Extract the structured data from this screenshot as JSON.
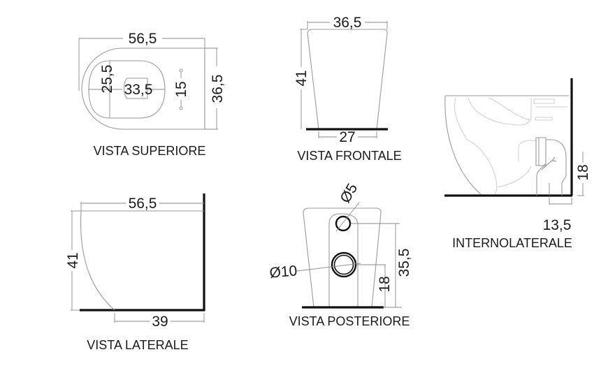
{
  "views": {
    "top": {
      "caption": "VISTA SUPERIORE",
      "dims": {
        "length": "56,5",
        "width": "36,5",
        "inner_length": "33,5",
        "inner_width": "25,5",
        "holes_spacing": "15"
      }
    },
    "front": {
      "caption": "VISTA FRONTALE",
      "dims": {
        "top_width": "36,5",
        "height": "41",
        "base_width": "27"
      }
    },
    "internal_side": {
      "caption": "INTERNOLATERALE",
      "dims": {
        "outlet_height": "18",
        "outlet_distance": "13,5"
      }
    },
    "side": {
      "caption": "VISTA LATERALE",
      "dims": {
        "length": "56,5",
        "height": "41",
        "base_length": "39"
      }
    },
    "rear": {
      "caption": "VISTA POSTERIORE",
      "dims": {
        "inlet_diameter": "Ø5",
        "outlet_diameter": "Ø10",
        "inlet_height": "35,5",
        "outlet_height": "18"
      }
    }
  }
}
